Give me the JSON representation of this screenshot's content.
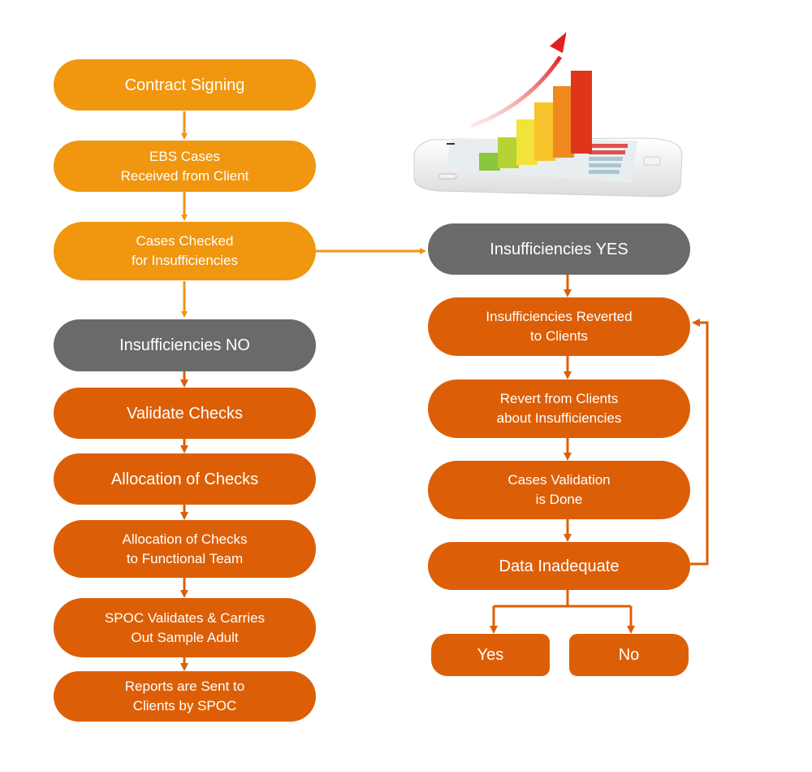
{
  "colors": {
    "light_orange": "#f0960f",
    "dark_orange": "#dc5f07",
    "gray": "#6a6a6a"
  },
  "illustration": {
    "icon": "smartphone-growth-chart-icon",
    "bar_colors": [
      "#8cc63f",
      "#b5d334",
      "#f2e33a",
      "#f7c42c",
      "#f08a1e",
      "#e0351b"
    ]
  },
  "left_column": [
    {
      "label": "Contract Signing"
    },
    {
      "label": "EBS Cases\nReceived from Client"
    },
    {
      "label": "Cases Checked\nfor Insufficiencies"
    },
    {
      "label": "Insufficiencies NO"
    },
    {
      "label": "Validate Checks"
    },
    {
      "label": "Allocation of Checks"
    },
    {
      "label": "Allocation of Checks\nto Functional Team"
    },
    {
      "label": "SPOC Validates & Carries\nOut Sample Adult"
    },
    {
      "label": "Reports are Sent to\nClients by SPOC"
    }
  ],
  "right_column": [
    {
      "label": "Insufficiencies YES"
    },
    {
      "label": "Insufficiencies Reverted\nto Clients"
    },
    {
      "label": "Revert from Clients\nabout Insufficiencies"
    },
    {
      "label": "Cases Validation\nis Done"
    },
    {
      "label": "Data Inadequate"
    }
  ],
  "branches": {
    "yes": "Yes",
    "no": "No"
  }
}
